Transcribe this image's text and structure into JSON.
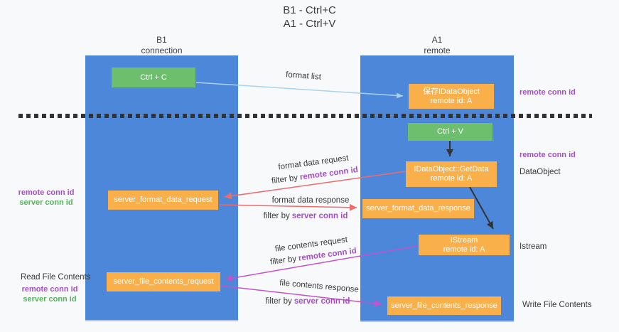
{
  "title": {
    "line1": "B1 - Ctrl+C",
    "line2": "A1 - Ctrl+V"
  },
  "columns": {
    "left": {
      "name": "B1",
      "subtitle": "connection"
    },
    "right": {
      "name": "A1",
      "subtitle": "remote"
    }
  },
  "boxes": {
    "ctrl_c": {
      "label": "Ctrl + C"
    },
    "ctrl_v": {
      "label": "Ctrl + V"
    },
    "saved_dataobject": {
      "line1": "保存IDataObject",
      "line2": "remote id: A"
    },
    "getdata": {
      "line1": "IDataObject::GetData",
      "line2": "remote id: A"
    },
    "istream": {
      "line1": "IStream",
      "line2": "remote id: A"
    },
    "server_format_data_request": {
      "label": "server_format_data_request"
    },
    "server_format_data_response": {
      "label": "server_format_data_response"
    },
    "server_file_contents_request": {
      "label": "server_file_contents_request"
    },
    "server_file_contents_response": {
      "label": "server_file_contents_response"
    }
  },
  "labels": {
    "format_list": "format list",
    "format_data_request": "format data request",
    "format_data_response": "format data response",
    "file_contents_request": "file contents request",
    "file_contents_response": "file contents response",
    "filter_by": "filter by",
    "remote_conn_id": "remote conn id",
    "server_conn_id": "server conn id",
    "read_file_contents": "Read File Contents",
    "write_file_contents": "Write File Contents",
    "dataobject": "DataObject",
    "istream": "Istream"
  },
  "colors": {
    "column_blue": "#4c87d9",
    "box_green": "#6dbf6d",
    "box_orange": "#f9b04a",
    "purple_text": "#a54fc5",
    "green_text": "#56b35c",
    "arrow_red": "#ee6b6e",
    "arrow_magenta": "#c553c8",
    "arrow_light_blue": "#a9d2f3",
    "arrow_black": "#333333",
    "background": "#f8f9fa"
  }
}
